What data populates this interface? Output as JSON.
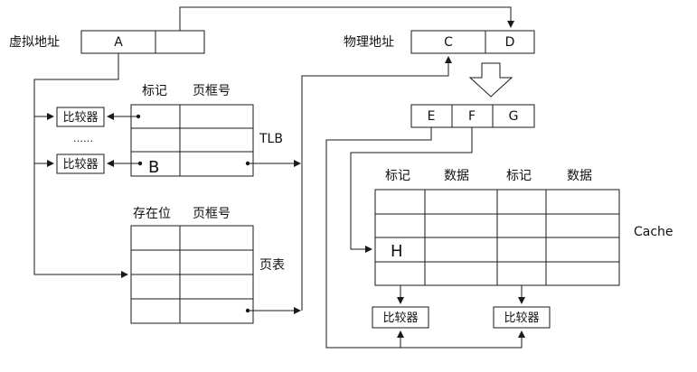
{
  "labels": {
    "virtual_address": "虚拟地址",
    "physical_address": "物理地址",
    "tag": "标记",
    "frame_number": "页框号",
    "valid_bit": "存在位",
    "data": "数据",
    "tlb": "TLB",
    "page_table": "页表",
    "cache": "Cache",
    "comparator": "比较器",
    "ellipsis": "……"
  },
  "fields": {
    "A": "A",
    "B": "B",
    "C": "C",
    "D": "D",
    "E": "E",
    "F": "F",
    "G": "G",
    "H": "H"
  },
  "colors": {
    "line": "#1a1a1a",
    "background": "#ffffff"
  }
}
